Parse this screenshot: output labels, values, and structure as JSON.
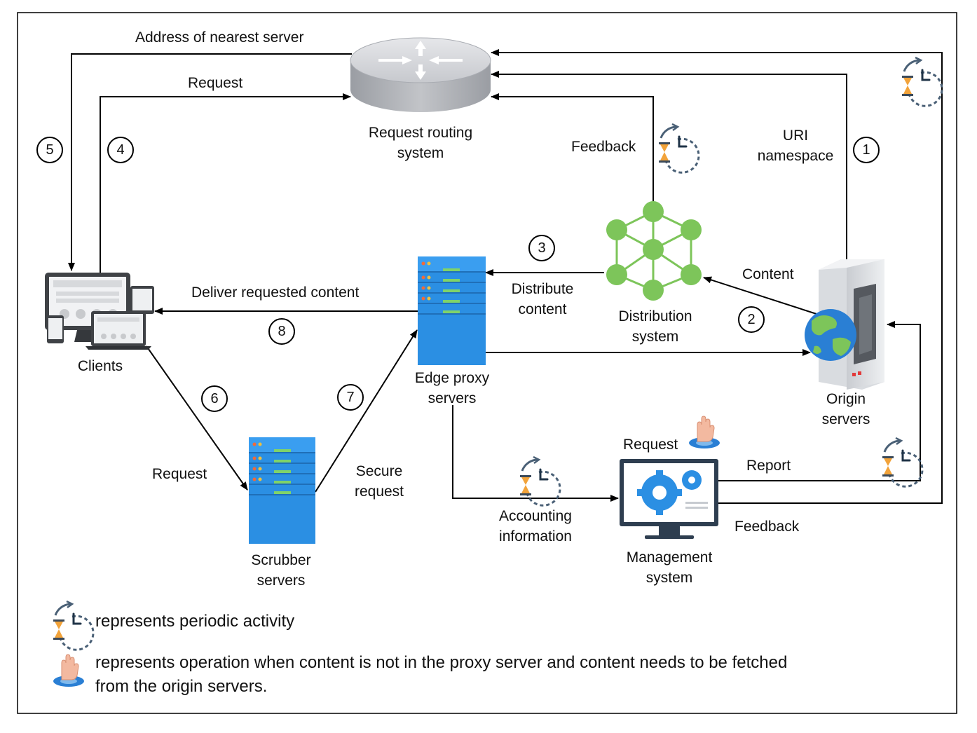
{
  "nodes": {
    "router": {
      "label_line1": "Request routing",
      "label_line2": "system"
    },
    "clients": {
      "label": "Clients"
    },
    "edge": {
      "label_line1": "Edge proxy",
      "label_line2": "servers"
    },
    "distribution": {
      "label_line1": "Distribution",
      "label_line2": "system"
    },
    "origin": {
      "label_line1": "Origin",
      "label_line2": "servers"
    },
    "scrubber": {
      "label_line1": "Scrubber",
      "label_line2": "servers"
    },
    "management": {
      "label_line1": "Management",
      "label_line2": "system"
    }
  },
  "edges": {
    "address_of_nearest_server": "Address of nearest server",
    "request_top": "Request",
    "feedback_distribution": "Feedback",
    "uri_line1": "URI",
    "uri_line2": "namespace",
    "content": "Content",
    "distribute_line1": "Distribute",
    "distribute_line2": "content",
    "deliver": "Deliver requested content",
    "request_scrubber": "Request",
    "secure_line1": "Secure",
    "secure_line2": "request",
    "accounting_line1": "Accounting",
    "accounting_line2": "information",
    "request_management": "Request",
    "report": "Report",
    "feedback_management": "Feedback"
  },
  "steps": [
    "1",
    "2",
    "3",
    "4",
    "5",
    "6",
    "7",
    "8"
  ],
  "legend": {
    "periodic": "represents periodic activity",
    "fetch_line1": "represents operation when content is not in the proxy server and content needs to be fetched",
    "fetch_line2": "from the origin servers."
  },
  "icons": {
    "periodic": "hourglass-clock-icon",
    "fetch": "raised-hand-icon"
  },
  "colors": {
    "server_blue": "#2b8fe3",
    "node_green": "#7dc55a",
    "globe_blue": "#2a7fd4",
    "router_gray": "#b9bcc1"
  }
}
